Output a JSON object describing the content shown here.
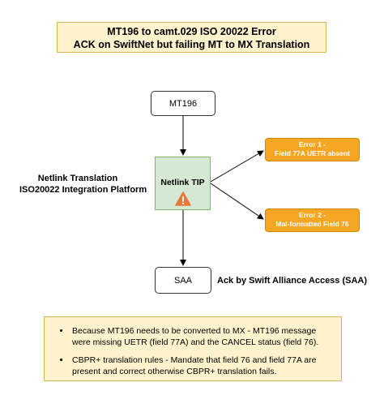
{
  "header": {
    "title_line1": "MT196 to camt.029 ISO 20022 Error",
    "title_line2": "ACK on SwiftNet but failing MT to MX Translation"
  },
  "nodes": {
    "mt196": "MT196",
    "netlink_tip": "Netlink TIP",
    "saa": "SAA"
  },
  "errors": [
    {
      "line1": "Error 1 -",
      "line2": "Field 77A UETR absent"
    },
    {
      "line1": "Error 2 -",
      "line2": "Mal-formatted Field 76"
    }
  ],
  "labels": {
    "platform_line1": "Netlink Translation",
    "platform_line2": "ISO20022 Integration Platform",
    "ack": "Ack by Swift Alliance Access (SAA)"
  },
  "notes": [
    "Because MT196 needs to be converted to MX - MT196 message were missing UETR (field 77A) and the CANCEL status (field 76).",
    "CBPR+ translation rules - Mandate that field 76 and field 77A are present and correct otherwise CBPR+ translation fails."
  ],
  "icons": {
    "warning": "warning-triangle-icon"
  },
  "colors": {
    "title_fill": "#fff2cc",
    "title_border": "#d6b656",
    "tip_fill": "#d5e8d4",
    "tip_border": "#82b366",
    "error_fill": "#f5a623",
    "warning_icon": "#e8793a"
  }
}
